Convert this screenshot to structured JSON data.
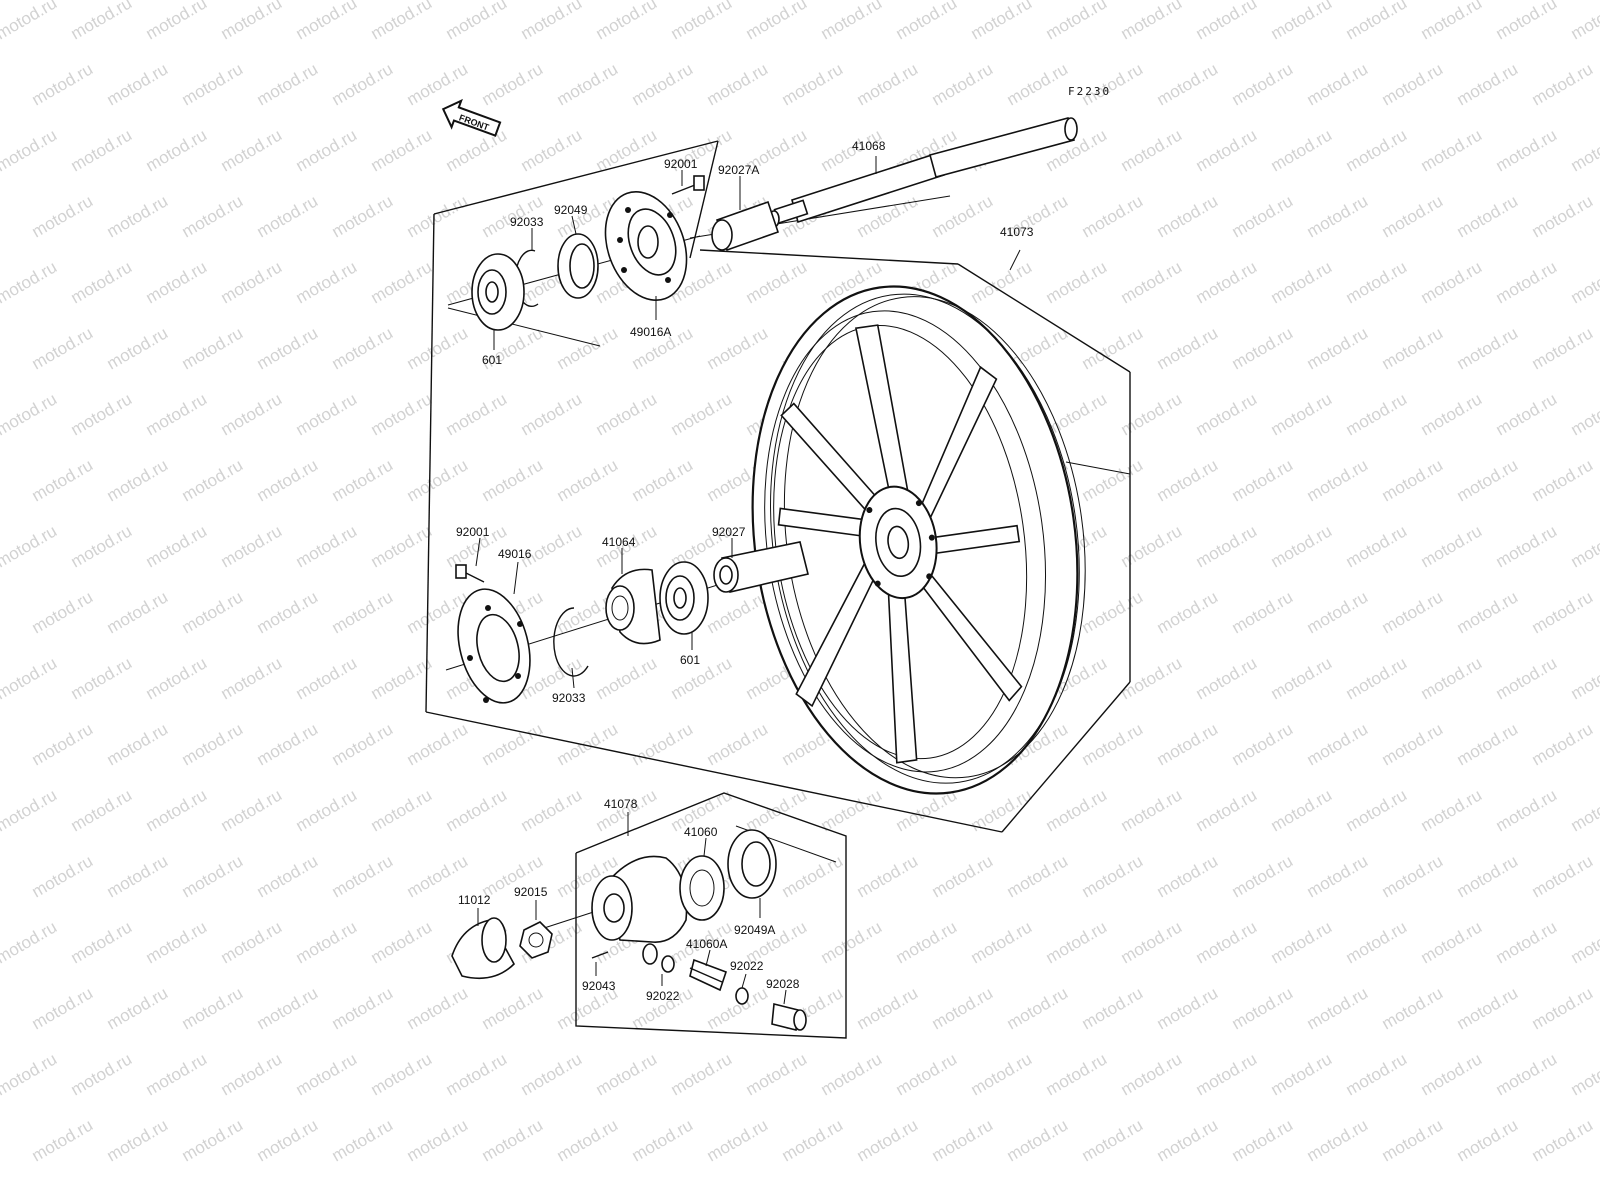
{
  "figure_code": "F2230",
  "front_marker": "FRONT",
  "watermark": "motod.ru",
  "parts": {
    "p41068": "41068",
    "p92001_top": "92001",
    "p92027A": "92027A",
    "p92049": "92049",
    "p92033_top": "92033",
    "p49016A": "49016A",
    "p601_top": "601",
    "p41073": "41073",
    "p92001_mid": "92001",
    "p49016": "49016",
    "p41064": "41064",
    "p92027": "92027",
    "p92033_mid": "92033",
    "p601_mid": "601",
    "p41078": "41078",
    "p41060": "41060",
    "p11012": "11012",
    "p92015": "92015",
    "p92049A": "92049A",
    "p41060A": "41060A",
    "p92022_a": "92022",
    "p92022_b": "92022",
    "p92028": "92028",
    "p92043": "92043"
  }
}
